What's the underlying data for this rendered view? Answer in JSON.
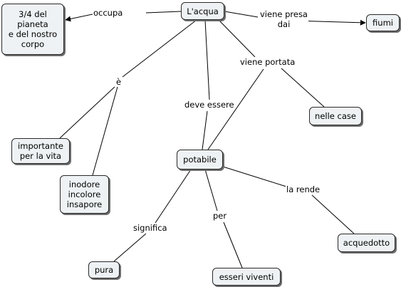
{
  "concepts": {
    "acqua": "L'acqua",
    "pianeta": "3/4 del\npianeta\ne del nostro\ncorpo",
    "fiumi": "fiumi",
    "importante": "importante\nper la vita",
    "inodore": "inodore\nincolore\ninsapore",
    "potabile": "potabile",
    "case": "nelle case",
    "acquedotto": "acquedotto",
    "pura": "pura",
    "esseri": "esseri viventi"
  },
  "links": {
    "occupa": "occupa",
    "viene_presa": "viene presa\ndai",
    "e": "è",
    "deve_essere": "deve essere",
    "viene_portata": "viene portata",
    "la_rende": "la rende",
    "significa": "significa",
    "per": "per"
  }
}
